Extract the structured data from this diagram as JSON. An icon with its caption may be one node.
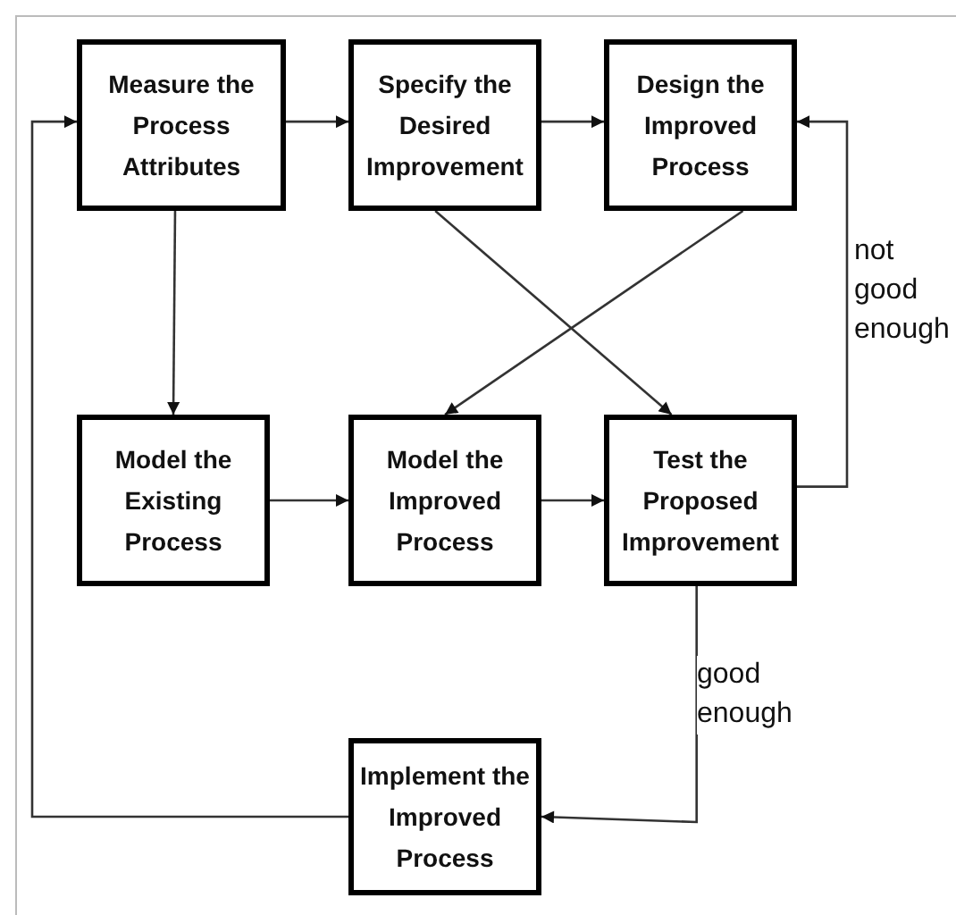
{
  "diagram": {
    "nodes": [
      {
        "text": [
          "Measure the Process Attributes"
        ]
      },
      {
        "text": [
          "Specify the Desired Improvement"
        ]
      },
      {
        "text": [
          "Design the Improved Process"
        ]
      },
      {
        "text": [
          "Model the Existing Process"
        ]
      },
      {
        "text": [
          "Model the Improved Process"
        ]
      },
      {
        "text": [
          "Test the Proposed Improvement"
        ]
      },
      {
        "text": [
          "Implement the Improved Process"
        ]
      }
    ],
    "edges": [
      {
        "from": 0,
        "to": 1,
        "arrow": "to"
      },
      {
        "from": 1,
        "to": 2,
        "arrow": "to"
      },
      {
        "from": 0,
        "to": 3,
        "arrow": "to"
      },
      {
        "from": 3,
        "to": 4,
        "arrow": "to"
      },
      {
        "from": 4,
        "to": 5,
        "arrow": "to"
      },
      {
        "from": 1,
        "to": 5,
        "arrow": "to"
      },
      {
        "from": 2,
        "to": 4,
        "arrow": "to"
      },
      {
        "from": 5,
        "to": 2,
        "arrow": "to",
        "label": "not good enough"
      },
      {
        "from": 5,
        "to": 6,
        "arrow": "to",
        "label": "good enough"
      },
      {
        "from": 6,
        "to": 0,
        "arrow": "to"
      }
    ]
  }
}
